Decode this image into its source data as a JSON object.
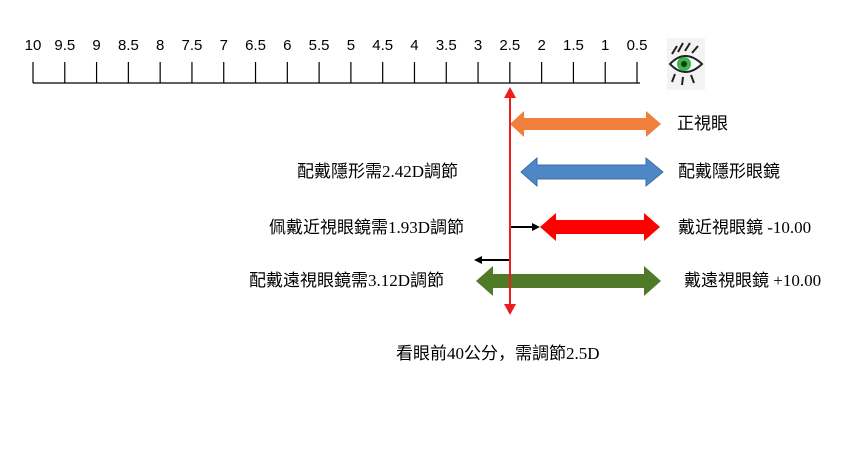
{
  "ruler": {
    "ticks": [
      "10",
      "9.5",
      "9",
      "8.5",
      "8",
      "7.5",
      "7",
      "6.5",
      "6",
      "5.5",
      "5",
      "4.5",
      "4",
      "3.5",
      "3",
      "2.5",
      "2",
      "1.5",
      "1",
      "0.5"
    ]
  },
  "colors": {
    "red_line": "#ee1c1c",
    "emmetropia": "#f07f3c",
    "contact_lens": "#4f86c6",
    "myopia": "#ff0000",
    "hyperopia": "#4f7a28",
    "eye": "#3bb54a"
  },
  "eye_icon": "eye-icon",
  "rows": [
    {
      "left": "",
      "right": "正視眼"
    },
    {
      "left": "配戴隱形需2.42D調節",
      "right": "配戴隱形眼鏡"
    },
    {
      "left": "佩戴近視眼鏡需1.93D調節",
      "right": "戴近視眼鏡  -10.00"
    },
    {
      "left": "配戴遠視眼鏡需3.12D調節",
      "right": "戴遠視眼鏡  +10.00"
    }
  ],
  "caption": "看眼前40公分，需調節2.5D"
}
